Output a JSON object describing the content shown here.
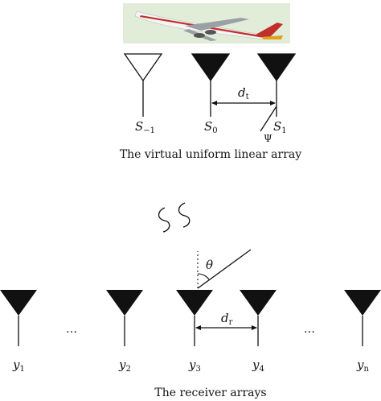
{
  "top": {
    "image_alt": "airplane",
    "virtual_antennas": [
      {
        "label": "S",
        "sub": "−1",
        "filled": false
      },
      {
        "label": "S",
        "sub": "0",
        "filled": true
      },
      {
        "label": "S",
        "sub": "1",
        "filled": true
      }
    ],
    "spacing_label": "d",
    "spacing_sub": "t",
    "angle_label": "Ψ",
    "caption": "The virtual uniform linear array"
  },
  "channel_symbol": "≈",
  "bottom": {
    "receivers": [
      {
        "label": "y",
        "sub": "1"
      },
      {
        "label": "y",
        "sub": "2"
      },
      {
        "label": "y",
        "sub": "3"
      },
      {
        "label": "y",
        "sub": "4"
      },
      {
        "label": "y",
        "sub": "n"
      }
    ],
    "ellipsis": "…",
    "spacing_label": "d",
    "spacing_sub": "r",
    "angle_label": "θ",
    "caption": "The receiver arrays"
  }
}
